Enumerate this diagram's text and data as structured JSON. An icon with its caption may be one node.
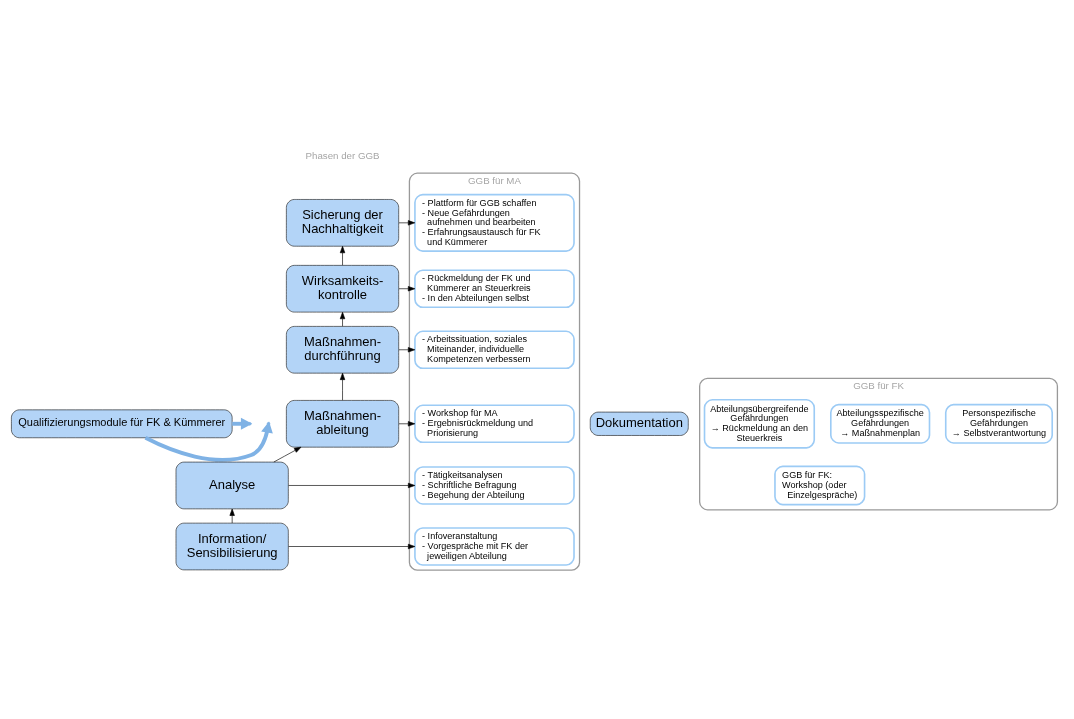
{
  "diagram": {
    "nodes": [
      {
        "text": [
          "Qualifizierungsmodule für FK & Kümmerer"
        ]
      },
      {
        "text": [
          "Sicherung der Nachhaltigkeit"
        ]
      },
      {
        "text": [
          "Wirksamkeits- kontrolle"
        ]
      },
      {
        "text": [
          "Maßnahmen- durchführung"
        ]
      },
      {
        "text": [
          "Maßnahmen- ableitung"
        ]
      },
      {
        "text": [
          "Analyse"
        ]
      },
      {
        "text": [
          "Information/ Sensibilisierung"
        ]
      },
      {
        "text": [
          "GGB für MA"
        ]
      },
      {
        "text": [
          "- Plattform für GGB schaffen",
          "- Neue Gefährdungen aufnehmen und bearbeiten",
          "- Erfahrungsaustausch für FK und Kümmerer"
        ],
        "in": 7
      },
      {
        "text": [
          "- Rückmeldung der FK und Kümmerer an Steuerkreis",
          "- In den Abteilungen selbst"
        ],
        "in": 7
      },
      {
        "text": [
          "- Arbeitssituation, soziales Miteinander, individuelle Kompetenzen verbessern"
        ],
        "in": 7
      },
      {
        "text": [
          "- Workshop für MA",
          "- Ergebnisrückmeldung und Priorisierung"
        ],
        "in": 7
      },
      {
        "text": [
          "- Tätigkeitsanalysen",
          "- Schriftliche Befragung",
          "- Begehung der Abteilung"
        ],
        "in": 7
      },
      {
        "text": [
          "- Infoveranstaltung",
          "- Vorgespräche mit FK der jeweiligen Abteilung"
        ],
        "in": 7
      },
      {
        "text": [
          "Dokumentation"
        ]
      },
      {
        "text": [
          "GGB für FK"
        ]
      },
      {
        "text": [
          "Abteilungsübergreifende Gefährdungen",
          "→ Rückmeldung an den Steuerkreis"
        ],
        "in": 15
      },
      {
        "text": [
          "Abteilungsspezifische Gefährdungen",
          "→ Maßnahmenplan"
        ],
        "in": 15
      },
      {
        "text": [
          "Personspezifische Gefährdungen",
          "→ Selbstverantwortung"
        ],
        "in": 15
      },
      {
        "text": [
          "GGB für FK:",
          "Workshop (oder Einzelgespräche)"
        ],
        "in": 15
      }
    ],
    "edges": [
      {
        "from": 6,
        "to": 5,
        "arrow": "to"
      },
      {
        "from": 5,
        "to": 4,
        "arrow": "to"
      },
      {
        "from": 4,
        "to": 3,
        "arrow": "to"
      },
      {
        "from": 3,
        "to": 2,
        "arrow": "to"
      },
      {
        "from": 2,
        "to": 1,
        "arrow": "to"
      },
      {
        "from": 1,
        "to": 8,
        "arrow": "to"
      },
      {
        "from": 2,
        "to": 9,
        "arrow": "to"
      },
      {
        "from": 3,
        "to": 10,
        "arrow": "to"
      },
      {
        "from": 4,
        "to": 11,
        "arrow": "to"
      },
      {
        "from": 5,
        "to": 12,
        "arrow": "to"
      },
      {
        "from": 6,
        "to": 13,
        "arrow": "to"
      },
      {
        "from": 0,
        "to": null,
        "arrow": "to",
        "style": "thick",
        "color": "#7fb2e5"
      },
      {
        "from": 0,
        "to": null,
        "arrow": "to",
        "style": "thick",
        "color": "#7fb2e5"
      }
    ],
    "labels": [
      "Phasen der GGB"
    ]
  }
}
